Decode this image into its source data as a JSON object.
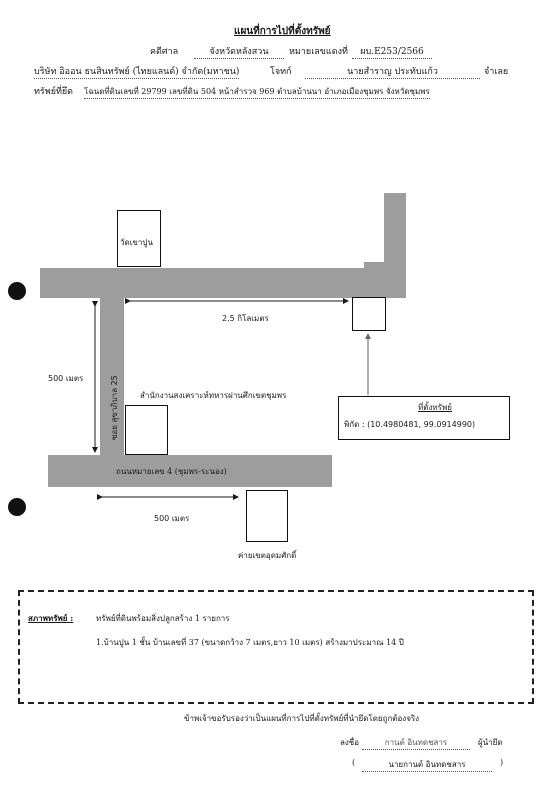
{
  "header": {
    "title": "แผนที่การไปที่ตั้งทรัพย์",
    "case_label": "คดีศาล",
    "court": "จังหวัดหลังสวน",
    "case_no_label": "หมายเลขแดงที่",
    "case_no": "ผบ.E253/2566",
    "plaintiff": "บริษัท อิออน ธนสินทรัพย์ (ไทยแลนด์) จำกัด(มหาชน)",
    "plaintiff_role": "โจทก์",
    "defendant": "นายสำราญ ประทับแก้ว",
    "defendant_role": "จำเลย",
    "property_label": "ทรัพย์ที่ยึด",
    "property": "โฉนดที่ดินเลขที่ 29799 เลขที่ดิน 504 หน้าสำรวจ 969 ตำบลบ้านนา อำเภอเมืองชุมพร จังหวัดชุมพร"
  },
  "map": {
    "temple": "วัดเขาปูน",
    "distance_top": "2.5 กิโลเมตร",
    "distance_left": "500 เมตร",
    "soi": "ซอย สุขาภิบาล 25",
    "office": "สำนักงานสงเคราะห์ทหารผ่านศึกเขตชุมพร",
    "main_road": "ถนนหมายเลข 4 (ชุมพร-ระนอง)",
    "distance_bottom": "500 เมตร",
    "camp": "ค่ายเขตอุดมศักดิ์",
    "property_title": "ที่ตั้งทรัพย์",
    "coords": "พิกัด : (10.4980481, 99.0914990)"
  },
  "condition": {
    "label": "สภาพทรัพย์ :",
    "summary": "ทรัพย์ที่ดินพร้อมสิ่งปลูกสร้าง 1 รายการ",
    "item": "1.บ้านปูน 1 ชั้น  บ้านเลขที่ 37 (ขนาดกว้าง 7 เมตร,ยาว 10 เมตร) สร้างมาประมาณ 14 ปี"
  },
  "footer": {
    "certify": "ข้าพเจ้าขอรับรองว่าเป็นแผนที่การไปที่ตั้งทรัพย์ที่นำยึดโดยถูกต้องจริง",
    "sign_label": "ลงชื่อ",
    "signature": "กานต์ อินทดชสาร",
    "role": "ผู้นำยึด",
    "name_open": "(",
    "name": "นายกานต์ อินทดชสาร",
    "name_close": ")"
  },
  "colors": {
    "road": "#9d9d9d",
    "ink": "#1a1a1a",
    "arrow": "#666666"
  }
}
